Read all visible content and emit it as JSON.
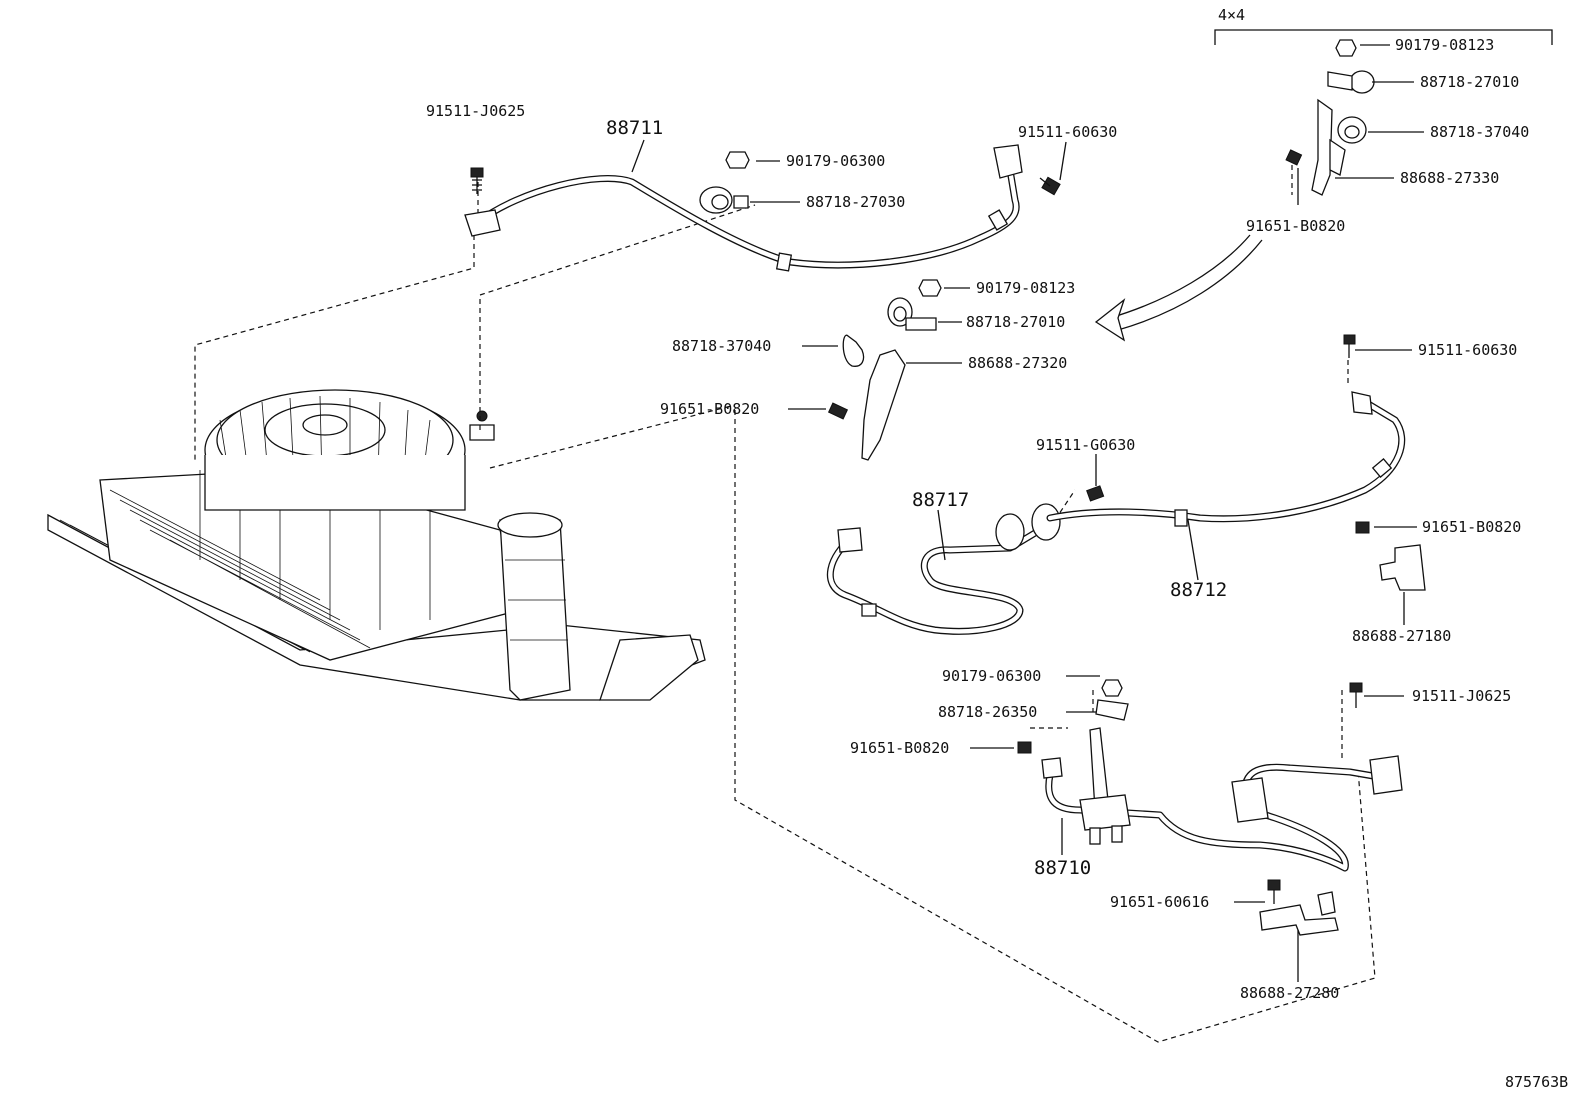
{
  "variant_label": "4×4",
  "figure_code": "875763B",
  "labels": {
    "l01": "91511-J0625",
    "l02": "88711",
    "l03": "90179-06300",
    "l04": "88718-27030",
    "l05": "91511-60630",
    "l06": "90179-08123",
    "l07": "88718-27010",
    "l08": "88718-37040",
    "l09": "88688-27330",
    "l10": "91651-B0820",
    "l11": "90179-08123",
    "l12": "88718-27010",
    "l13": "88718-37040",
    "l14": "88688-27320",
    "l15": "91651-B0820",
    "l16": "91511-60630",
    "l17": "91511-G0630",
    "l18": "88717",
    "l19": "91651-B0820",
    "l20": "88712",
    "l21": "88688-27180",
    "l22": "90179-06300",
    "l23": "88718-26350",
    "l24": "91651-B0820",
    "l25": "91511-J0625",
    "l26": "88710",
    "l27": "91651-60616",
    "l28": "88688-27280"
  }
}
